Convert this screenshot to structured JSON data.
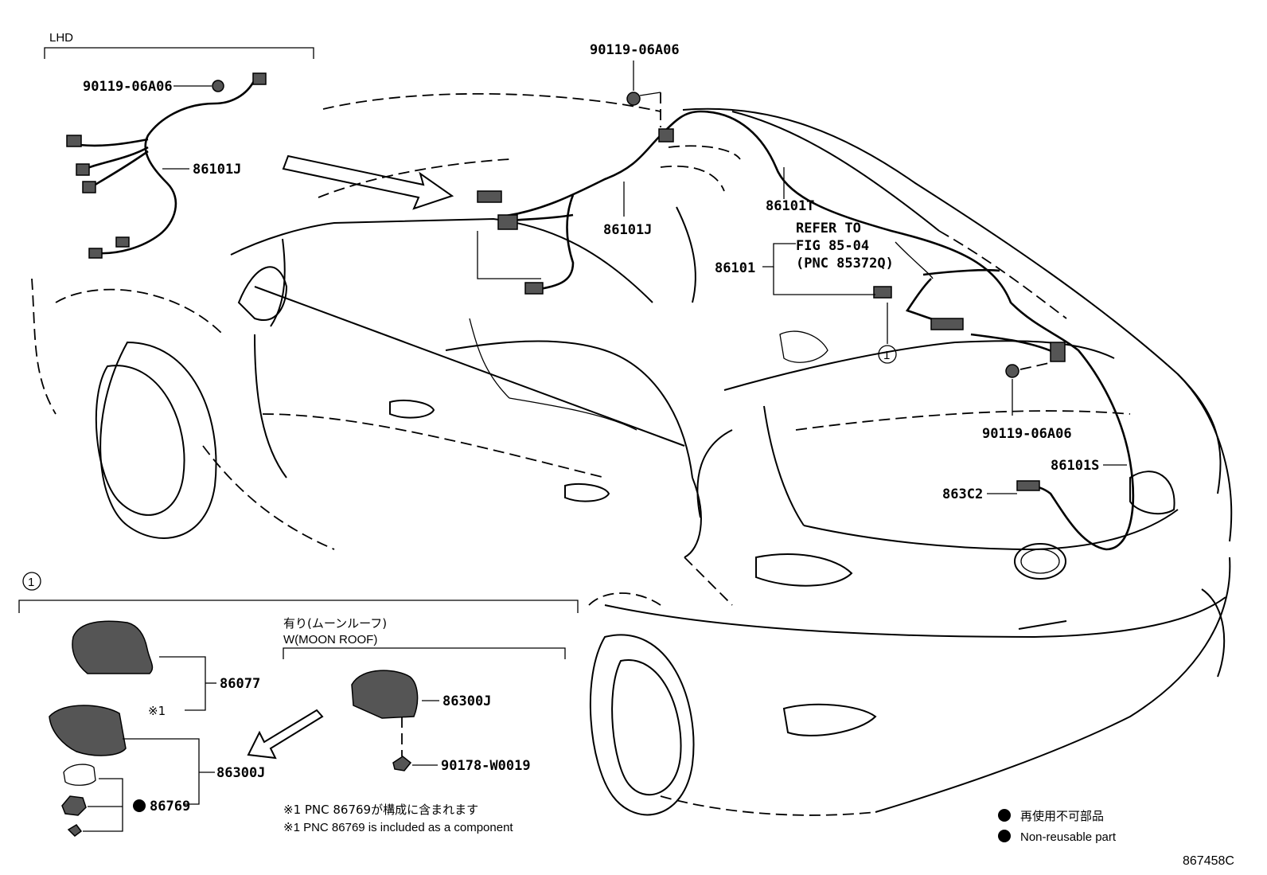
{
  "header": {
    "lhd_label": "LHD"
  },
  "callouts": {
    "bolt_lhd": "90119-06A06",
    "harness_lhd": "86101J",
    "bolt_top": "90119-06A06",
    "harness_main": "86101J",
    "harness_roof": "86101T",
    "refer_line1": "REFER TO",
    "refer_line2": "FIG 85-04",
    "refer_line3": "(PNC 85372Q)",
    "part_86101": "86101",
    "ref_circle_main": "1",
    "bolt_rear": "90119-06A06",
    "harness_rear": "86101S",
    "connector": "863C2"
  },
  "inset": {
    "ref_circle": "1",
    "cover": "86077",
    "cover_note": "※1",
    "antenna": "86300J",
    "seal_kit": "86769",
    "moon_roof_jp": "有り(ムーンルーフ)",
    "moon_roof_en": "W(MOON ROOF)",
    "antenna_moonroof": "86300J",
    "screw": "90178-W0019",
    "note_jp": "※1 PNC 86769が構成に含まれます",
    "note_en": "※1 PNC 86769 is included as a component"
  },
  "legend": {
    "jp": "再使用不可部品",
    "en": "Non-reusable part"
  },
  "figure_code": "867458C"
}
